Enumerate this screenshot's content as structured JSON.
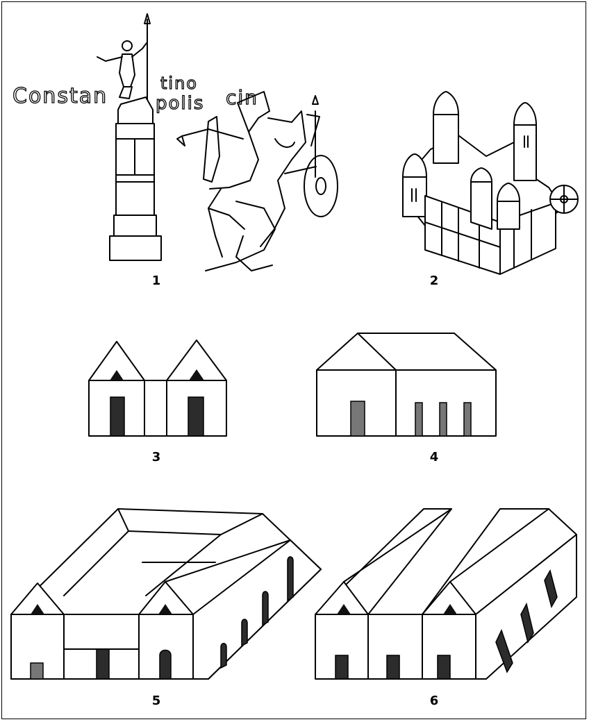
{
  "inscription": {
    "left_text": "Constan",
    "right_top": "tino",
    "right_bottom": "polis",
    "tail": "cin"
  },
  "labels": {
    "fig1": "1",
    "fig2": "2",
    "fig3": "3",
    "fig4": "4",
    "fig5": "5",
    "fig6": "6"
  }
}
